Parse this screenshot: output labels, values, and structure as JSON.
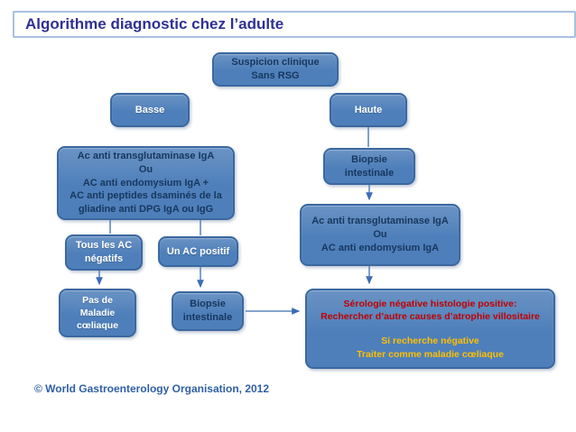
{
  "title": "Algorithme diagnostic chez l’adulte",
  "footer": "© World Gastroenterology Organisation, 2012",
  "colors": {
    "box_fill": "#4E7FBA",
    "box_fill_light": "#6A93C4",
    "box_border": "#3A68A0",
    "navy_text": "#17375E",
    "white_text": "#FFFFFF",
    "red_text": "#C00000",
    "yellow_text": "#FFC000",
    "title_color": "#2E3192",
    "title_border": "#A9C0DE",
    "line_color": "#3C6DB5",
    "footer_color": "#2F5FA5"
  },
  "nodes": {
    "suspicion": {
      "text": "Suspicion clinique\nSans RSG"
    },
    "basse": {
      "text": "Basse"
    },
    "haute": {
      "text": "Haute"
    },
    "serologie_basse": {
      "text": "Ac anti transglutaminase IgA\nOu\nAC anti endomysium IgA +\nAC anti peptides dsaminés de la\ngliadine anti DPG IgA ou IgG"
    },
    "biopsie_haute": {
      "text": "Biopsie\nintestinale"
    },
    "serologie_haute": {
      "text": "Ac anti transglutaminase IgA\nOu\nAC anti endomysium IgA"
    },
    "tous_negatifs": {
      "text": "Tous les AC\nnégatifs"
    },
    "un_positif": {
      "text": "Un AC positif"
    },
    "pas_de_maladie": {
      "text": "Pas de\nMaladie\ncœliaque"
    },
    "biopsie_basse": {
      "text": "Biopsie\nintestinale"
    },
    "discordance": {
      "red_text": "Sérologie négative histologie positive:\nRechercher d’autre causes d’atrophie villositaire",
      "yellow_text": "Si recherche négative\nTraiter comme maladie cœliaque"
    }
  }
}
